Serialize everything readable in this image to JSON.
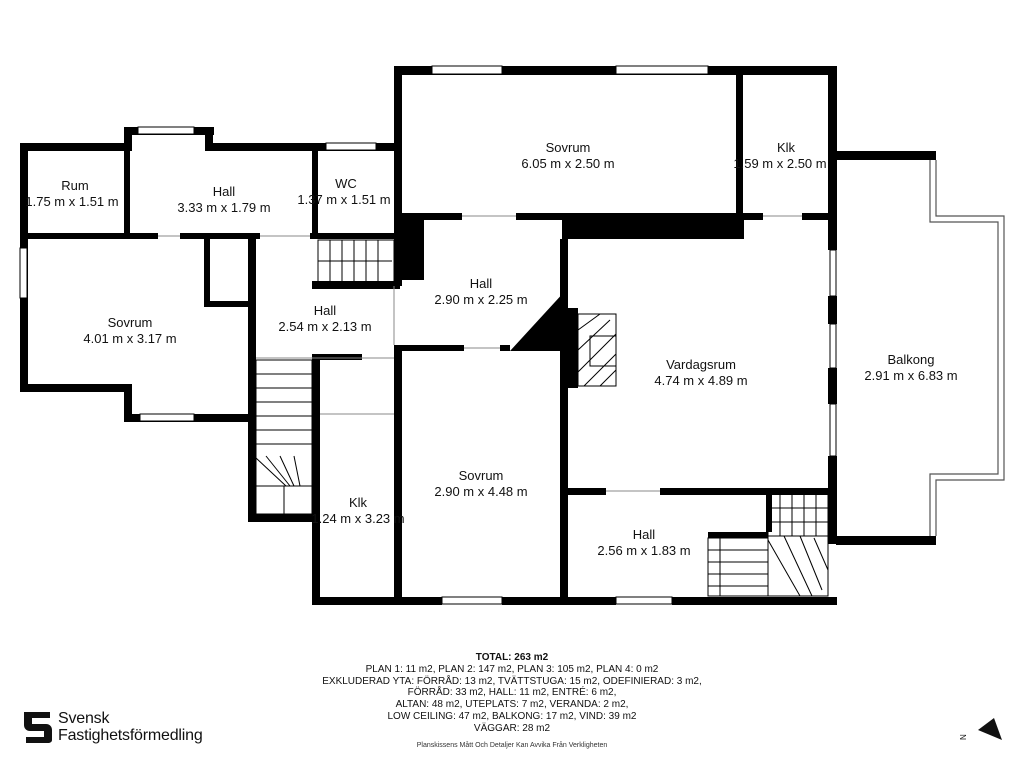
{
  "rooms": [
    {
      "id": "rum",
      "name": "Rum",
      "dims": "1.75 m x 1.51 m"
    },
    {
      "id": "hall-nw",
      "name": "Hall",
      "dims": "3.33 m x 1.79 m"
    },
    {
      "id": "wc",
      "name": "WC",
      "dims": "1.37 m x 1.51 m"
    },
    {
      "id": "sovrum-top",
      "name": "Sovrum",
      "dims": "6.05 m x 2.50 m"
    },
    {
      "id": "klk-top",
      "name": "Klk",
      "dims": "1.59 m x 2.50 m"
    },
    {
      "id": "sovrum-west",
      "name": "Sovrum",
      "dims": "4.01 m x 3.17 m"
    },
    {
      "id": "hall-west",
      "name": "Hall",
      "dims": "2.54 m x 2.13 m"
    },
    {
      "id": "hall-center",
      "name": "Hall",
      "dims": "2.90 m x 2.25 m"
    },
    {
      "id": "vardagsrum",
      "name": "Vardagsrum",
      "dims": "4.74 m x 4.89 m"
    },
    {
      "id": "balkong",
      "name": "Balkong",
      "dims": "2.91 m x 6.83 m"
    },
    {
      "id": "sovrum-south",
      "name": "Sovrum",
      "dims": "2.90 m x 4.48 m"
    },
    {
      "id": "klk-south",
      "name": "Klk",
      "dims": "1.24 m x 3.23 m"
    },
    {
      "id": "hall-south",
      "name": "Hall",
      "dims": "2.56 m x 1.83 m"
    }
  ],
  "summary": {
    "total": "TOTAL: 263 m2",
    "lines": [
      "PLAN 1: 11 m2, PLAN 2: 147 m2, PLAN 3: 105 m2, PLAN 4: 0 m2",
      "EXKLUDERAD YTA: FÖRRÅD: 13 m2, TVÄTTSTUGA: 15 m2, ODEFINIERAD: 3 m2,",
      "FÖRRÅD: 33 m2, HALL: 11 m2, ENTRÉ: 6 m2,",
      "ALTAN: 48 m2, UTEPLATS: 7 m2, VERANDA: 2 m2,",
      "LOW CEILING: 47 m2, BALKONG: 17 m2, VIND: 39 m2",
      "VÄGGAR: 28 m2"
    ]
  },
  "disclaimer": "Planskissens Mått Och Detaljer Kan Avvika Från Verkligheten",
  "logo": {
    "line1": "Svensk",
    "line2": "Fastighetsförmedling"
  },
  "compass_label": "N",
  "colors": {
    "wall": "#000000",
    "background": "#ffffff",
    "window": "#ffffff"
  }
}
